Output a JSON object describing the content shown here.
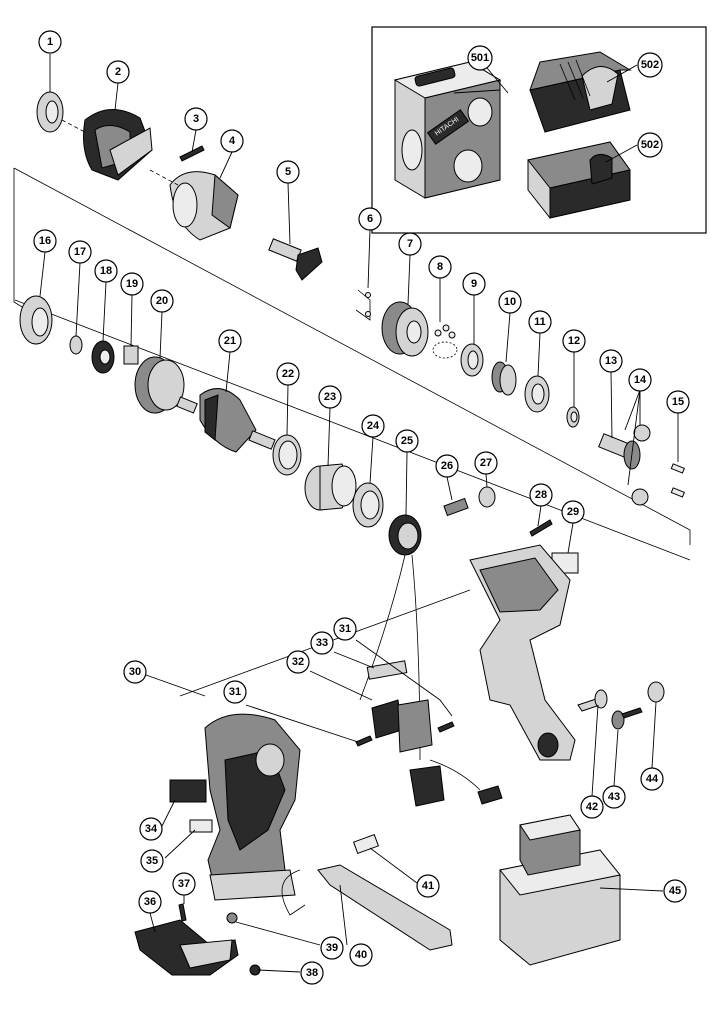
{
  "diagram": {
    "type": "exploded-parts-view",
    "colors": {
      "line": "#000000",
      "background": "#ffffff",
      "part_fill": "#d4d4d4",
      "part_dark": "#2a2a2a"
    },
    "accessory_box_callouts": [
      "501",
      "502",
      "502"
    ],
    "case_label": "HITACHI",
    "callouts": [
      "1",
      "2",
      "3",
      "4",
      "5",
      "6",
      "7",
      "8",
      "9",
      "10",
      "11",
      "12",
      "13",
      "14",
      "15",
      "16",
      "17",
      "18",
      "19",
      "20",
      "21",
      "22",
      "23",
      "24",
      "25",
      "26",
      "27",
      "28",
      "29",
      "30",
      "31",
      "31",
      "32",
      "33",
      "34",
      "35",
      "36",
      "37",
      "38",
      "39",
      "40",
      "41",
      "42",
      "43",
      "44",
      "45"
    ]
  }
}
